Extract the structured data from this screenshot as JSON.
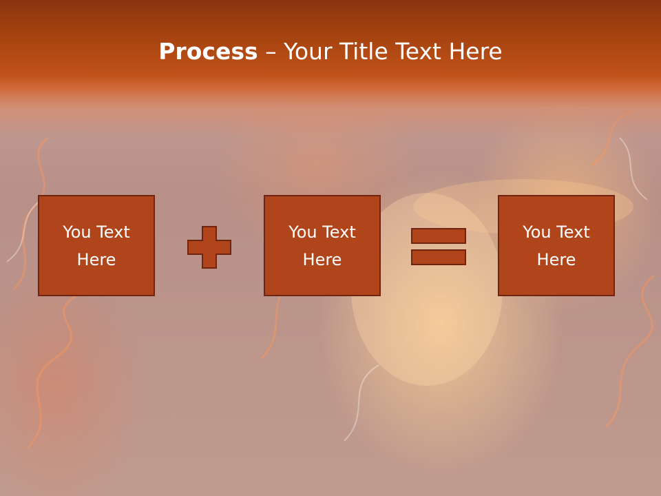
{
  "slide": {
    "title_bold": "Process",
    "title_rest": " – Your Title Text Here",
    "background_image": "fiery-woman-photo",
    "accent_color": "#b0451c",
    "border_color": "#6e2410"
  },
  "process": {
    "step1": "You Text Here",
    "step2": "You Text Here",
    "result": "You Text Here",
    "operator1_icon": "plus-icon",
    "operator2_icon": "equals-icon"
  }
}
